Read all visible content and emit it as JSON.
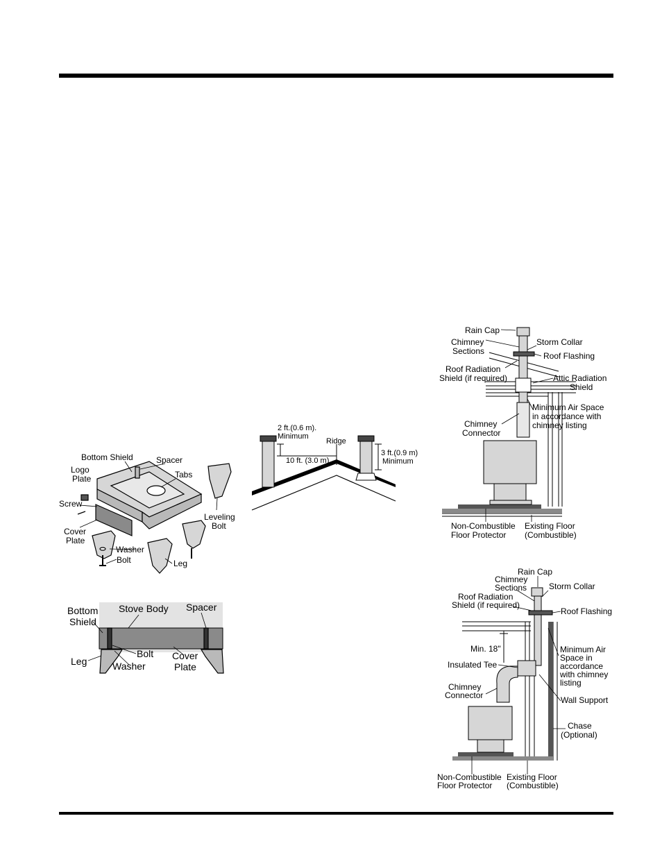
{
  "colors": {
    "rule": "#000000",
    "metal": "#d6d6d6",
    "dark": "#8a8a8a",
    "shade": "#b9b9b9"
  },
  "fig_assembly": {
    "bottom_shield": "Bottom Shield",
    "spacer": "Spacer",
    "logo_plate": [
      "Logo",
      "Plate"
    ],
    "tabs": "Tabs",
    "screw": "Screw",
    "cover_plate": [
      "Cover",
      "Plate"
    ],
    "leveling_bolt": [
      "Leveling",
      "Bolt"
    ],
    "washer": "Washer",
    "bolt": "Bolt",
    "leg": "Leg"
  },
  "fig_side": {
    "bottom_shield": [
      "Bottom",
      "Shield"
    ],
    "stove_body": "Stove Body",
    "spacer": "Spacer",
    "leg": "Leg",
    "bolt": "Bolt",
    "washer": "Washer",
    "cover_plate": [
      "Cover",
      "Plate"
    ]
  },
  "fig_roof": {
    "min_2ft": [
      "2 ft.(0.6 m).",
      "Minimum"
    ],
    "ridge": "Ridge",
    "ten_ft": "10 ft. (3.0 m)",
    "min_3ft": [
      "3 ft.(0.9 m)",
      "Minimum"
    ]
  },
  "fig_interior": {
    "rain_cap": "Rain Cap",
    "chimney_sections": [
      "Chimney",
      "Sections"
    ],
    "storm_collar": "Storm Collar",
    "roof_flashing": "Roof Flashing",
    "roof_radiation_shield": [
      "Roof Radiation",
      "Shield (if required)"
    ],
    "attic_radiation_shield": [
      "Attic Radiation",
      "Shield"
    ],
    "min_air_space": [
      "Minimum Air Space",
      "in accordance with",
      "chimney listing"
    ],
    "chimney_connector": [
      "Chimney",
      "Connector"
    ],
    "floor_protector": [
      "Non-Combustible",
      "Floor Protector"
    ],
    "existing_floor": [
      "Existing Floor",
      "(Combustible)"
    ]
  },
  "fig_exterior": {
    "rain_cap": "Rain Cap",
    "chimney_sections": [
      "Chimney",
      "Sections"
    ],
    "storm_collar": "Storm Collar",
    "roof_radiation_shield": [
      "Roof Radiation",
      "Shield (if required)"
    ],
    "roof_flashing": "Roof Flashing",
    "min_18": "Min. 18\"",
    "min_air_space": [
      "Minimum Air",
      "Space in",
      "accordance",
      "with chimney",
      "listing"
    ],
    "insulated_tee": "Insulated Tee",
    "wall_support": "Wall Support",
    "chimney_connector": [
      "Chimney",
      "Connector"
    ],
    "chase": [
      "Chase",
      "(Optional)"
    ],
    "floor_protector": [
      "Non-Combustible",
      "Floor Protector"
    ],
    "existing_floor": [
      "Existing Floor",
      "(Combustible)"
    ]
  }
}
